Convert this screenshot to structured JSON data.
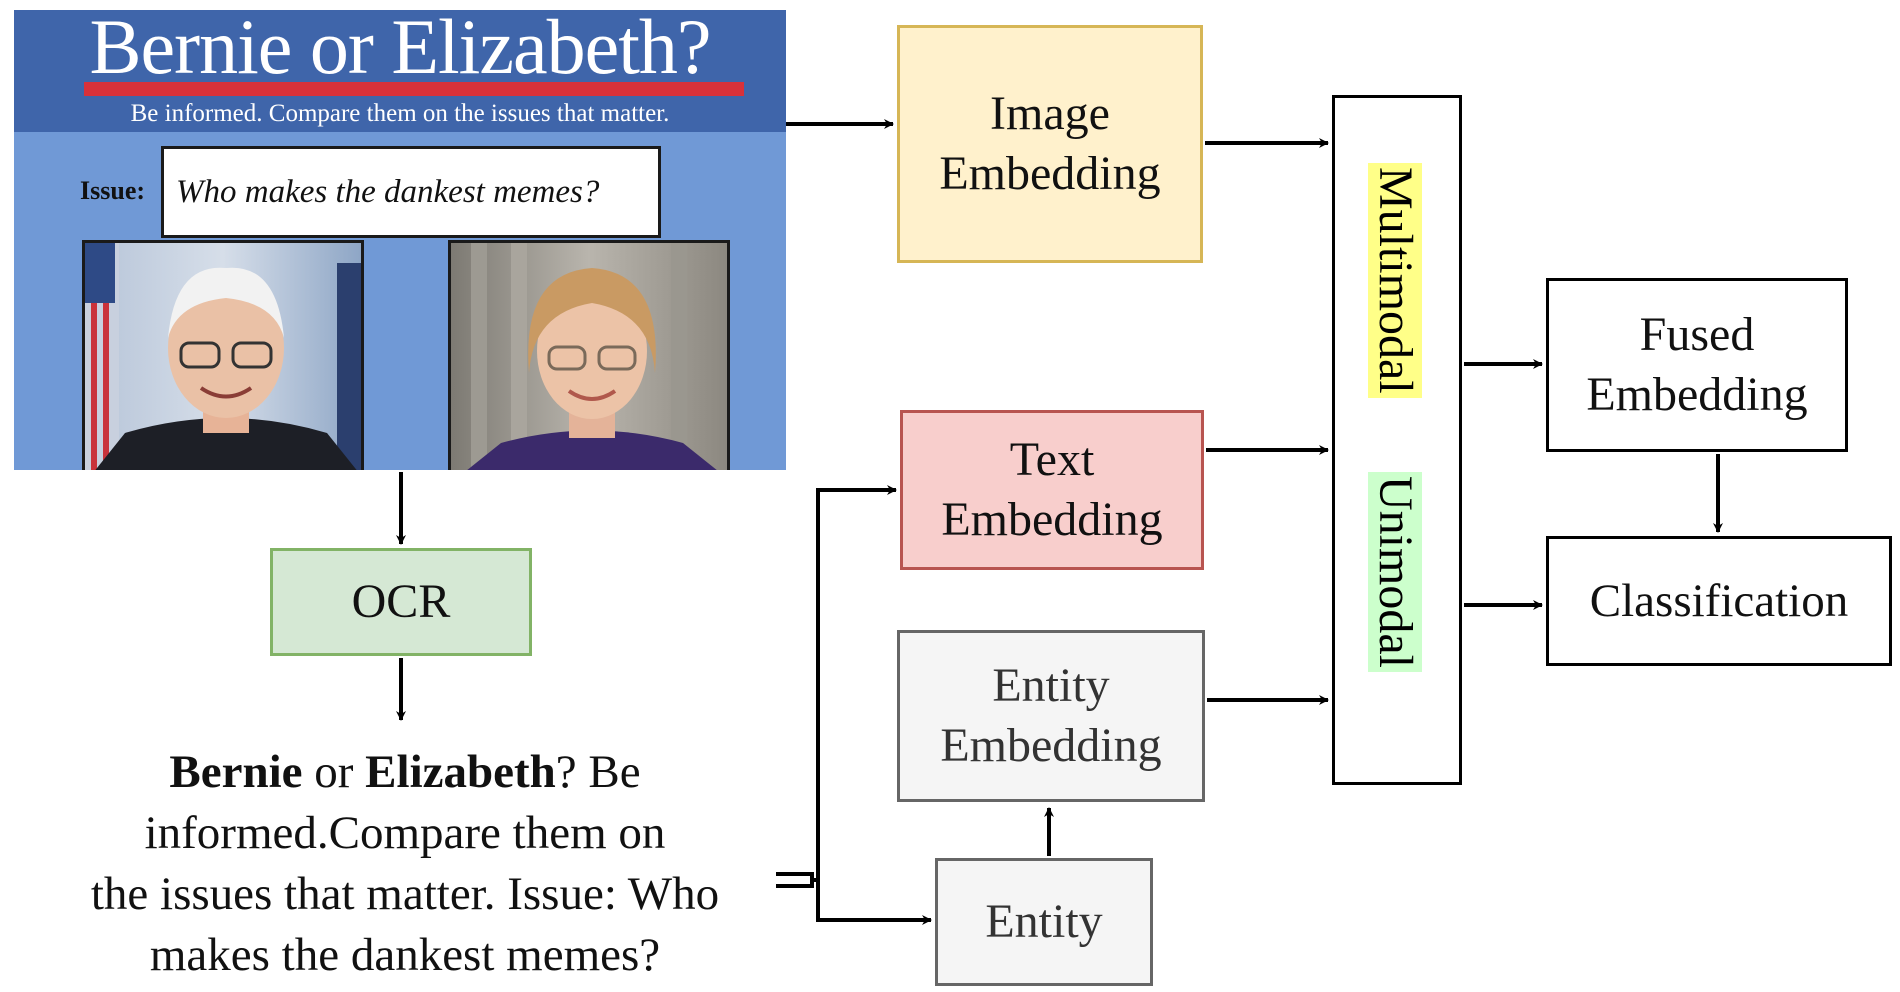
{
  "meme": {
    "title": "Bernie or Elizabeth?",
    "subtitle": "Be informed. Compare them on the issues that matter.",
    "issue_label": "Issue:",
    "issue_text": "Who makes the dankest memes?"
  },
  "diagram": {
    "ocr": "OCR",
    "image_embedding": [
      "Image",
      "Embedding"
    ],
    "text_embedding": [
      "Text",
      "Embedding"
    ],
    "entity_embedding": [
      "Entity",
      "Embedding"
    ],
    "entity": "Entity",
    "fusion_labels": {
      "multimodal": "Multimodal",
      "unimodal": "Unimodal"
    },
    "fused_embedding": [
      "Fused",
      "Embedding"
    ],
    "classification": "Classification"
  },
  "ocr_output": {
    "name1": "Bernie",
    "or": " or ",
    "name2": "Elizabeth",
    "line1_end": "? Be",
    "line2": "informed.Compare them on",
    "line3": "the issues that matter. Issue: Who",
    "line4": "makes the dankest memes?"
  },
  "colors": {
    "meme_header": "#3f65aa",
    "meme_body": "#7099d6",
    "image_box": "#fff1cc",
    "text_box": "#f8cecc",
    "entity_box": "#f5f5f5",
    "ocr_box": "#d5e8d4",
    "multimodal_highlight": "#ffff88",
    "unimodal_highlight": "#ccffcc"
  }
}
